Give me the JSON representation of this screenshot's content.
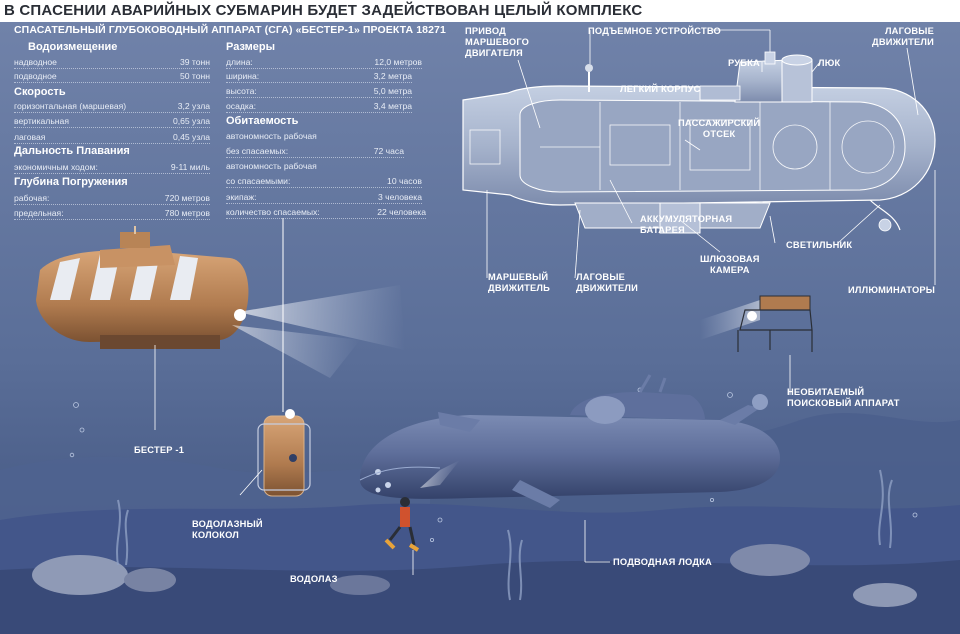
{
  "headline": "В СПАСЕНИИ АВАРИЙНЫХ СУБМАРИН БУДЕТ ЗАДЕЙСТВОВАН ЦЕЛЫЙ КОМПЛЕКС",
  "spec_title": "СПАСАТЕЛЬНЫЙ ГЛУБОКОВОДНЫЙ АППАРАТ (СГА) «БЕСТЕР-1» ПРОЕКТА 18271",
  "specs": {
    "displacement": {
      "heading": "Водоизмещение",
      "rows": [
        {
          "label": "надводное",
          "value": "39 тонн"
        },
        {
          "label": "подводное",
          "value": "50 тонн"
        }
      ]
    },
    "speed": {
      "heading": "Скорость",
      "rows": [
        {
          "label": "горизонтальная (маршевая)",
          "value": "3,2 узла"
        },
        {
          "label": "вертикальная",
          "value": "0,65 узла"
        },
        {
          "label": "лаговая",
          "value": "0,45 узла"
        }
      ]
    },
    "range": {
      "heading": "Дальность Плавания",
      "rows": [
        {
          "label": "экономичным ходом:",
          "value": "9-11 миль"
        }
      ]
    },
    "depth": {
      "heading": "Глубина Погружения",
      "rows": [
        {
          "label": "рабочая:",
          "value": "720 метров"
        },
        {
          "label": "предельная:",
          "value": "780 метров"
        }
      ]
    },
    "dimensions": {
      "heading": "Размеры",
      "rows": [
        {
          "label": "длина:",
          "value": "12,0 метров"
        },
        {
          "label": "ширина:",
          "value": "3,2 метра"
        },
        {
          "label": "высота:",
          "value": "5,0 метра"
        },
        {
          "label": "осадка:",
          "value": "3,4 метра"
        }
      ]
    },
    "habitability": {
      "heading": "Обитаемость",
      "rows": [
        {
          "label": "автономность рабочая",
          "value": ""
        },
        {
          "label": "без спасаемых:",
          "value": "72 часа"
        },
        {
          "label": "автономность рабочая",
          "value": ""
        },
        {
          "label": "со спасаемыми:",
          "value": "10 часов"
        },
        {
          "label": "экипаж:",
          "value": "3 человека"
        },
        {
          "label": "количество спасаемых:",
          "value": "22 человека"
        }
      ]
    }
  },
  "callouts": {
    "drive_unit": "ПРИВОД\nМАРШЕВОГО\nДВИГАТЕЛЯ",
    "lift_device": "ПОДЪЕМНОЕ УСТРОЙСТВО",
    "lateral_thrusters_top": "ЛАГОВЫЕ\nДВИЖИТЕЛИ",
    "wheelhouse": "РУБКА",
    "hatch": "ЛЮК",
    "light_hull": "ЛЕГКИЙ КОРПУС",
    "passenger_compartment": "ПАССАЖИРСКИЙ\nОТСЕК",
    "battery": "АККУМУЛЯТОРНАЯ\nБАТАРЕЯ",
    "lock_chamber": "ШЛЮЗОВАЯ\nКАМЕРА",
    "lamp": "СВЕТИЛЬНИК",
    "main_thruster": "МАРШЕВЫЙ\nДВИЖИТЕЛЬ",
    "lateral_thrusters_bottom": "ЛАГОВЫЕ\nДВИЖИТЕЛИ",
    "portholes": "ИЛЛЮМИНАТОРЫ",
    "unmanned_vehicle": "НЕОБИТАЕМЫЙ\nПОИСКОВЫЙ АППАРАТ",
    "bester": "БЕСТЕР -1",
    "diving_bell": "ВОДОЛАЗНЫЙ\nКОЛОКОЛ",
    "diver": "ВОДОЛАЗ",
    "submarine": "ПОДВОДНАЯ ЛОДКА"
  },
  "colors": {
    "water_top": "#6d7fa7",
    "water_bottom": "#394d78",
    "seabed": "#4a5d86",
    "bester_hull": "#b9875a",
    "bester_stripe": "#e9ecf2",
    "submarine_hull": "#5a6b98",
    "cutaway_hull": "#a8b4cc"
  }
}
